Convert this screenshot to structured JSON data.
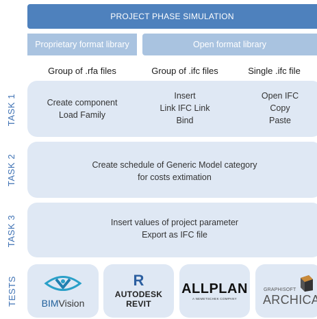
{
  "header": {
    "title": "PROJECT PHASE SIMULATION"
  },
  "libraries": {
    "proprietary": "Proprietary format library",
    "open": "Open format library"
  },
  "columns": {
    "rfa": "Group of .rfa files",
    "ifc_group": "Group of .ifc files",
    "ifc_single": "Single .ifc file"
  },
  "tasks": {
    "task1": {
      "label": "TASK 1",
      "rfa": [
        "Create component",
        "Load Family"
      ],
      "ifc_group": [
        "Insert",
        "Link IFC Link",
        "Bind"
      ],
      "ifc_single": [
        "Open IFC",
        "Copy",
        "Paste"
      ]
    },
    "task2": {
      "label": "TASK 2",
      "lines": [
        "Create schedule of Generic Model category",
        "for costs extimation"
      ]
    },
    "task3": {
      "label": "TASK 3",
      "lines": [
        "Insert values of project parameter",
        "Export as IFC file"
      ]
    }
  },
  "tests": {
    "label": "TESTS",
    "bimvision": {
      "text1": "BIM",
      "text2": "Vision"
    },
    "revit": {
      "letter": "R",
      "line1": "AUTODESK",
      "line2": "REVIT"
    },
    "allplan": {
      "name": "ALLPLAN",
      "sub": "A NEMETSCHEK COMPANY"
    },
    "archicad": {
      "line1": "GRAPHISOFT",
      "line2": "ARCHICAD"
    }
  },
  "colors": {
    "primary": "#4e81bd",
    "light_header": "#a9c3e0",
    "band": "#dfe8f4",
    "side_text": "#3f72b4"
  }
}
